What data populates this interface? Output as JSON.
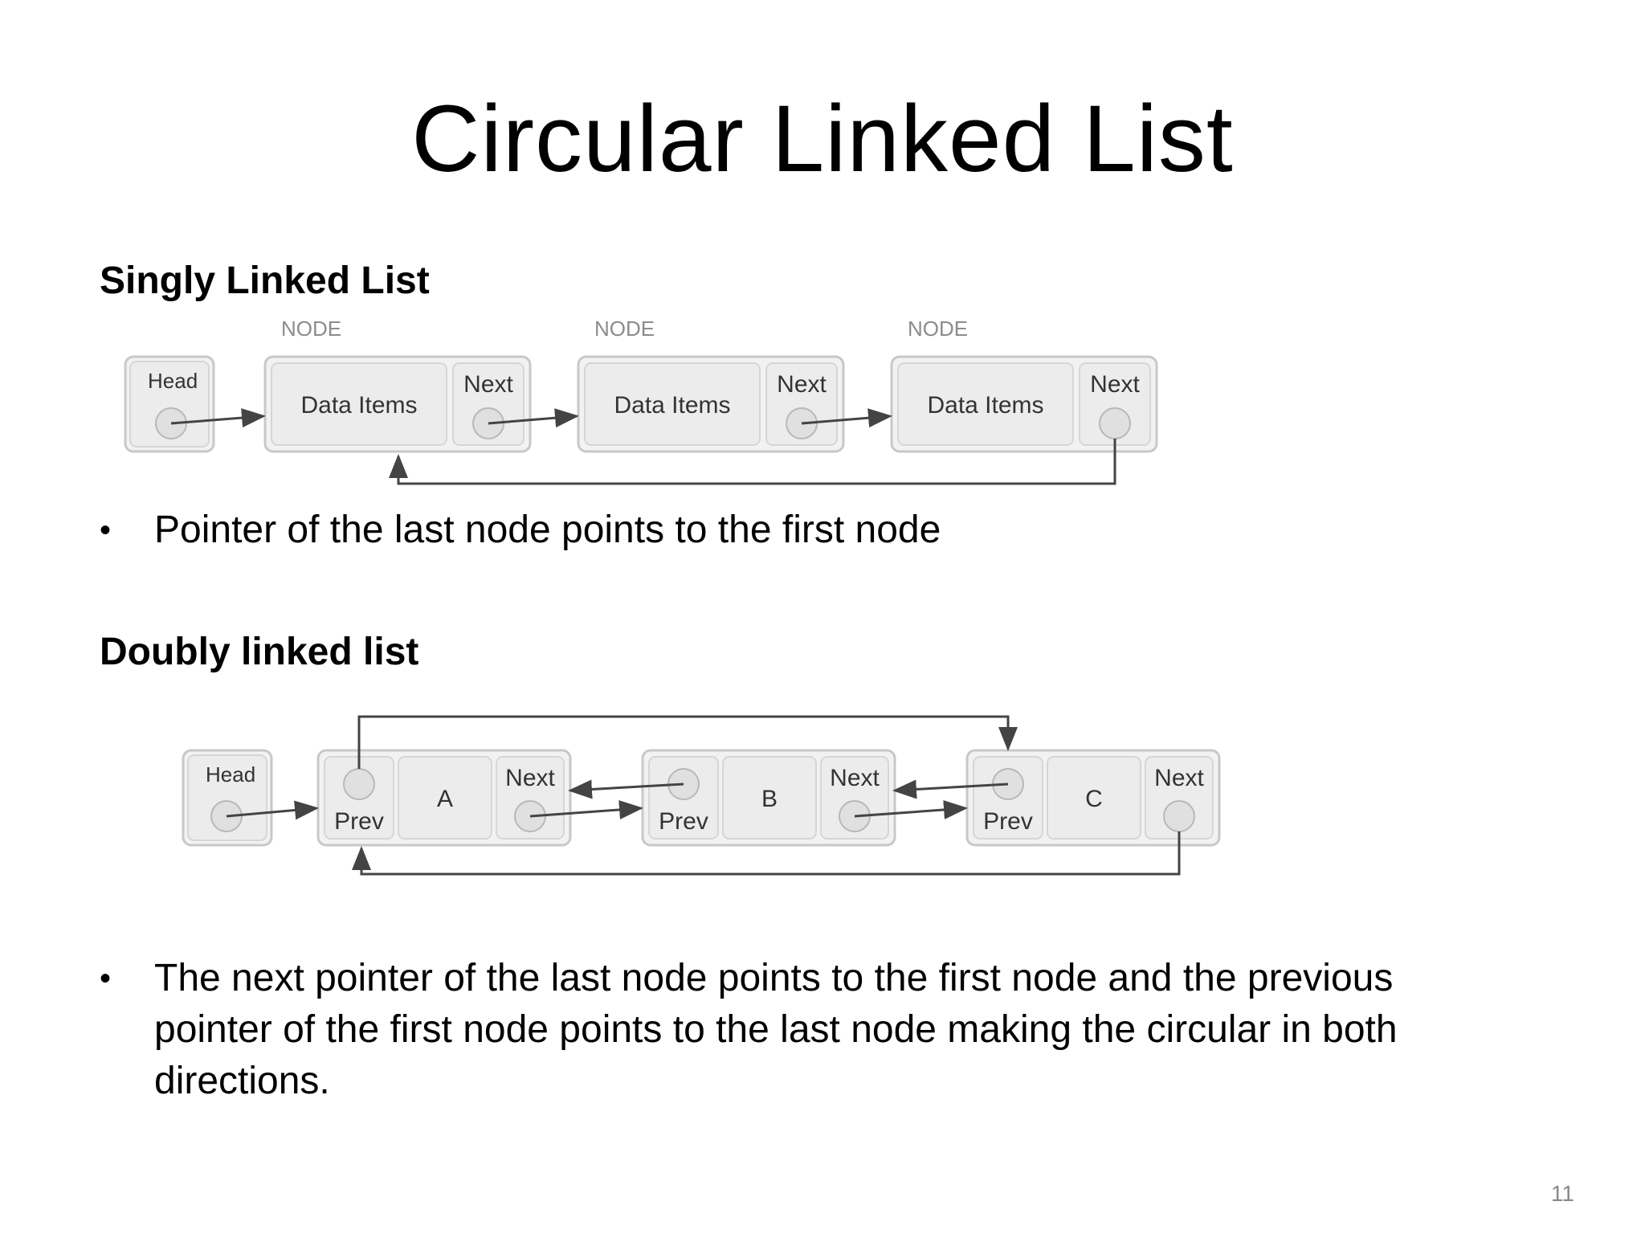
{
  "slide": {
    "title": "Circular Linked List",
    "page_number": "11"
  },
  "singly": {
    "heading": "Singly Linked List",
    "head_label": "Head",
    "node_caption": "NODE",
    "nodes": [
      {
        "data_label": "Data Items",
        "next_label": "Next"
      },
      {
        "data_label": "Data Items",
        "next_label": "Next"
      },
      {
        "data_label": "Data Items",
        "next_label": "Next"
      }
    ],
    "bullet": "Pointer of the last node points to the first node"
  },
  "doubly": {
    "heading": "Doubly linked list",
    "head_label": "Head",
    "nodes": [
      {
        "prev_label": "Prev",
        "data_label": "A",
        "next_label": "Next"
      },
      {
        "prev_label": "Prev",
        "data_label": "B",
        "next_label": "Next"
      },
      {
        "prev_label": "Prev",
        "data_label": "C",
        "next_label": "Next"
      }
    ],
    "bullet": "The next pointer of the last node points to the first node and the previous pointer of the first node points to the last node making the circular in both directions."
  },
  "colors": {
    "box_fill": "#efefef",
    "box_stroke": "#c4c4c4",
    "pointer_fill": "#e2e2e2",
    "arrow": "#444444",
    "caption": "#8c8c8c"
  }
}
